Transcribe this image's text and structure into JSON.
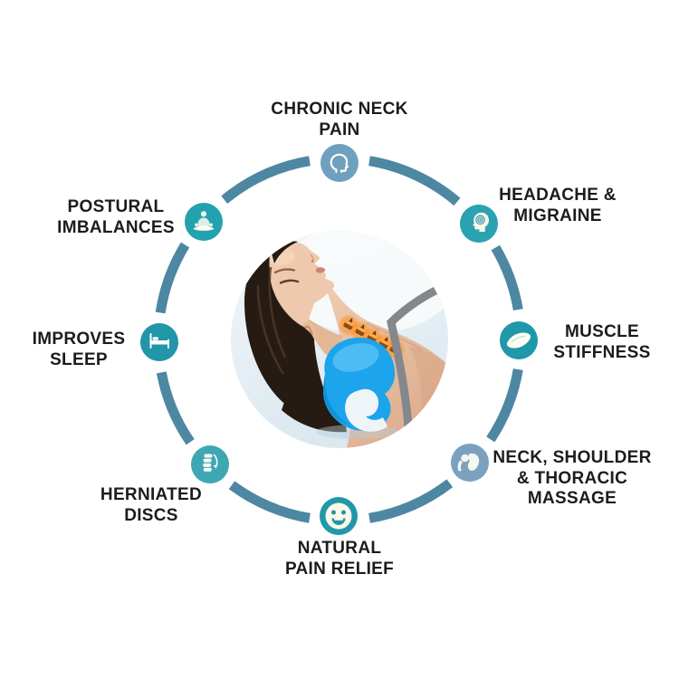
{
  "infographic": {
    "type": "product-benefits-wheel",
    "ring_color": "#4d87a2",
    "text_color": "#1c1c1c",
    "center_image": {
      "description": "Woman lying back with her neck resting on a blue cervical traction neck pillow, glowing orange vertebrae showing neck pain relief",
      "pillow_color": "#1ca4ec",
      "glow_color": "#ff9a2e"
    },
    "items": [
      {
        "id": "chronic-neck-pain",
        "lines": [
          "CHRONIC NECK",
          "PAIN"
        ],
        "icon": "head-profile-icon",
        "color": "#6fa0be"
      },
      {
        "id": "headache-migraine",
        "lines": [
          "HEADACHE &",
          "MIGRAINE"
        ],
        "icon": "head-target-icon",
        "color": "#2aa2b1"
      },
      {
        "id": "muscle-stiffness",
        "lines": [
          "MUSCLE",
          "STIFFNESS"
        ],
        "icon": "muscle-icon",
        "color": "#1f98a9"
      },
      {
        "id": "neck-shoulder-massage",
        "lines": [
          "NECK, SHOULDER",
          "& THORACIC",
          "MASSAGE"
        ],
        "icon": "shoulder-joint-icon",
        "color": "#7ba1bf"
      },
      {
        "id": "natural-pain-relief",
        "lines": [
          "NATURAL",
          "PAIN RELIEF"
        ],
        "icon": "smiley-icon",
        "color": "#1f98a9"
      },
      {
        "id": "herniated-discs",
        "lines": [
          "HERNIATED",
          "DISCS"
        ],
        "icon": "spine-icon",
        "color": "#3fa7b4"
      },
      {
        "id": "improves-sleep",
        "lines": [
          "IMPROVES",
          "SLEEP"
        ],
        "icon": "bed-icon",
        "color": "#2096a8"
      },
      {
        "id": "postural-imbalances",
        "lines": [
          "POSTURAL",
          "IMBALANCES"
        ],
        "icon": "meditation-icon",
        "color": "#22a2ae"
      }
    ]
  }
}
